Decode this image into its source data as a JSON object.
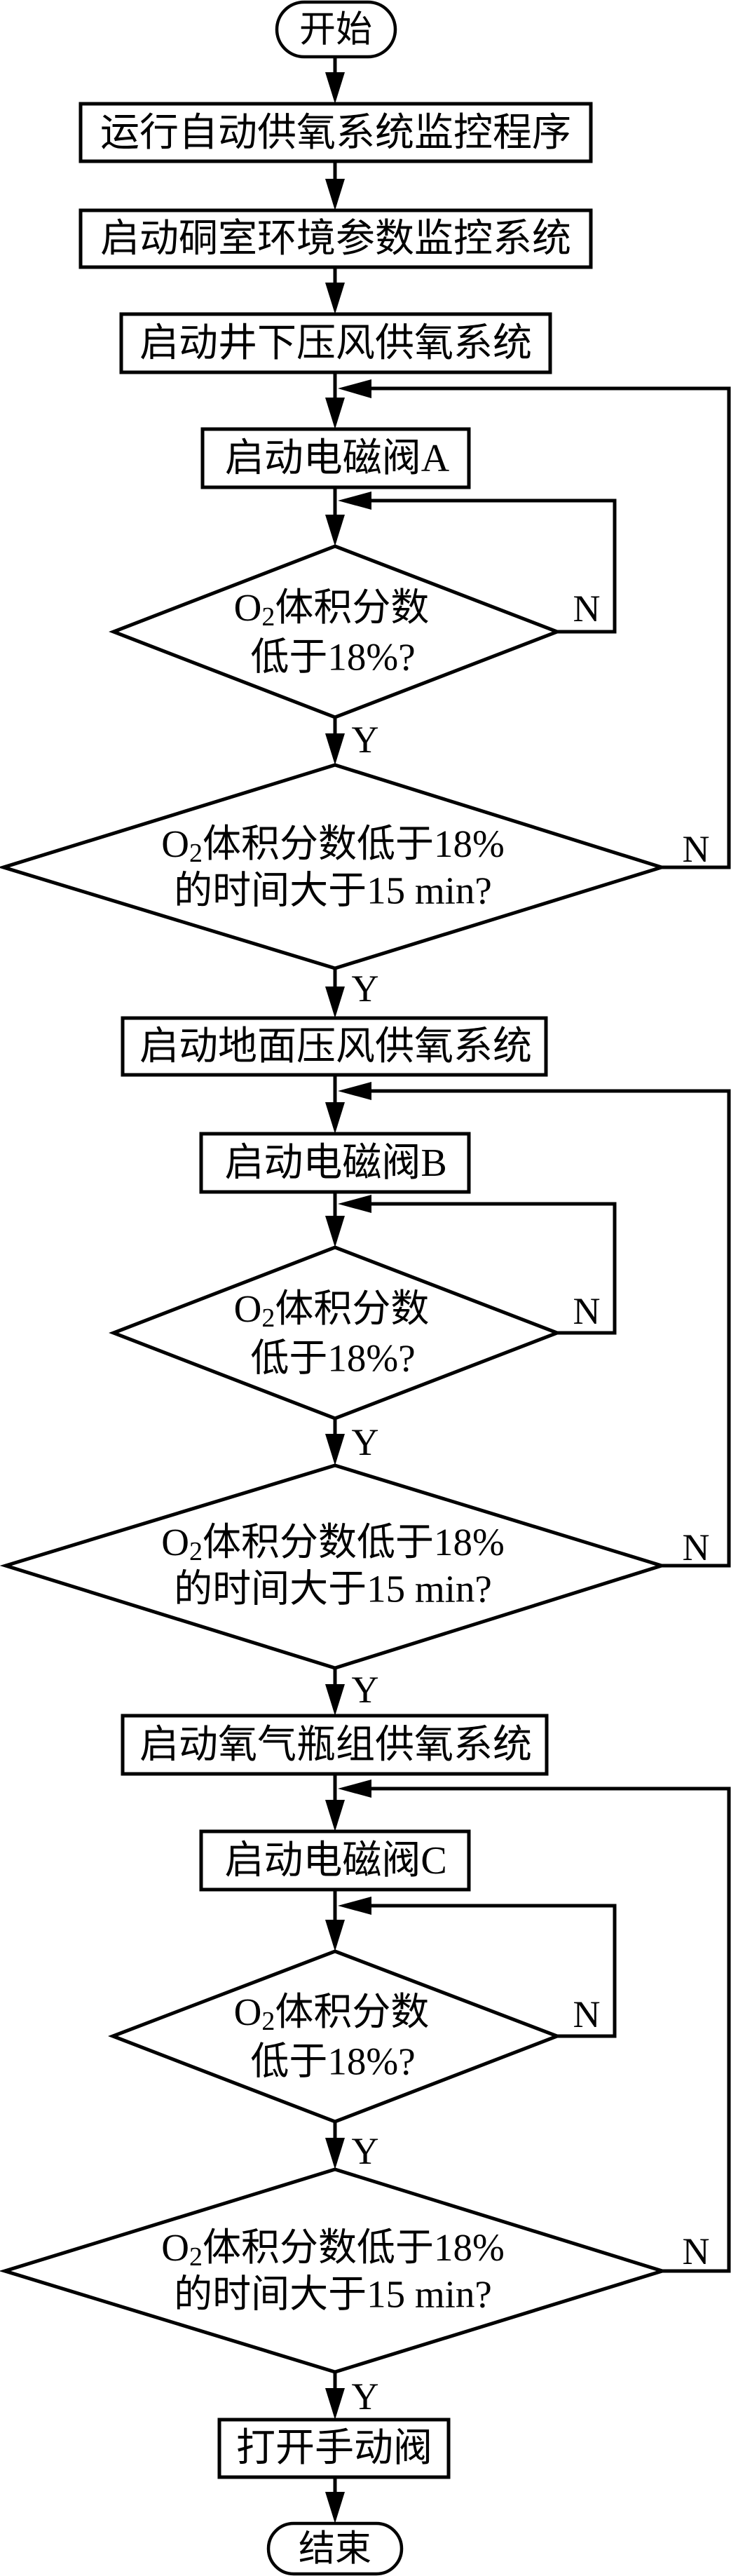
{
  "colors": {
    "ink": "#000000",
    "background": "#ffffff"
  },
  "flowchart": {
    "start_label": "开始",
    "initial_steps": [
      "运行自动供氧系统监控程序",
      "启动硐室环境参数监控系统"
    ],
    "branch_labels": {
      "yes": "Y",
      "no": "N"
    },
    "sections": [
      {
        "system_step": "启动井下压风供氧系统",
        "valve_step": "启动电磁阀A",
        "level_check": {
          "line1": {
            "chem": "O",
            "sub": "2",
            "rest": "体积分数"
          },
          "line2": "低于18%?"
        },
        "duration_check": {
          "line1": {
            "chem": "O",
            "sub": "2",
            "rest": "体积分数低于18%"
          },
          "line2": "的时间大于15 min?"
        }
      },
      {
        "system_step": "启动地面压风供氧系统",
        "valve_step": "启动电磁阀B",
        "level_check": {
          "line1": {
            "chem": "O",
            "sub": "2",
            "rest": "体积分数"
          },
          "line2": "低于18%?"
        },
        "duration_check": {
          "line1": {
            "chem": "O",
            "sub": "2",
            "rest": "体积分数低于18%"
          },
          "line2": "的时间大于15 min?"
        }
      },
      {
        "system_step": "启动氧气瓶组供氧系统",
        "valve_step": "启动电磁阀C",
        "level_check": {
          "line1": {
            "chem": "O",
            "sub": "2",
            "rest": "体积分数"
          },
          "line2": "低于18%?"
        },
        "duration_check": {
          "line1": {
            "chem": "O",
            "sub": "2",
            "rest": "体积分数低于18%"
          },
          "line2": "的时间大于15 min?"
        }
      }
    ],
    "final_step": "打开手动阀",
    "end_label": "结束"
  }
}
